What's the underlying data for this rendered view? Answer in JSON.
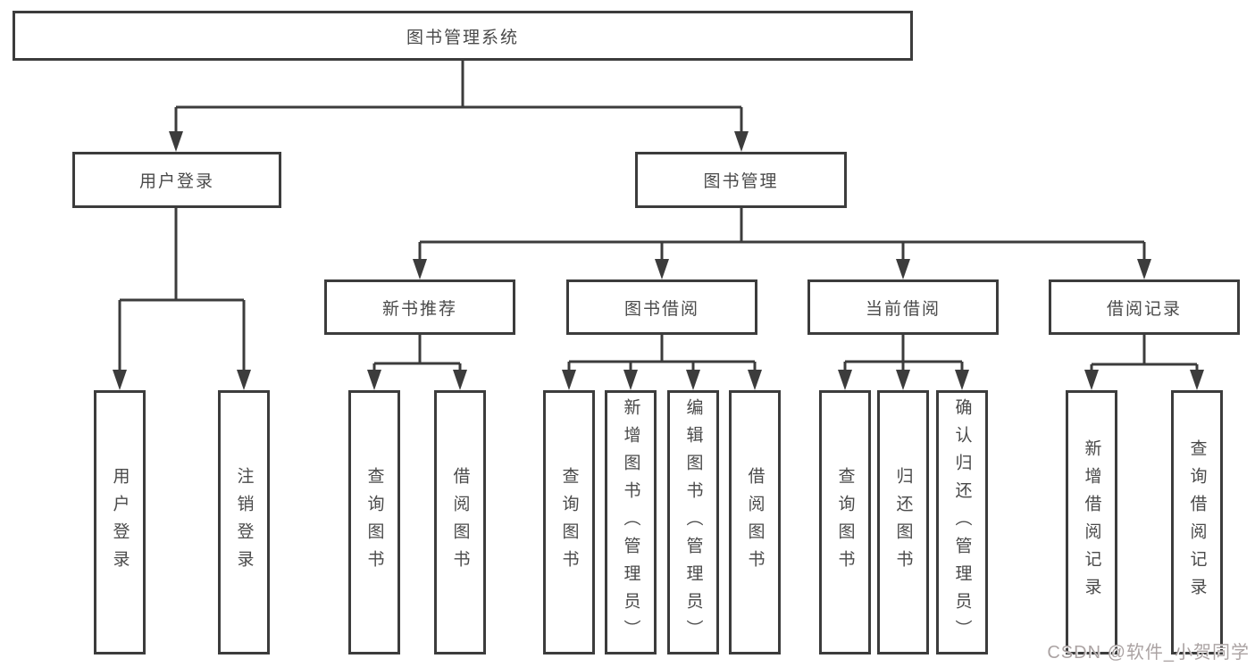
{
  "diagram": {
    "root": {
      "label": "图书管理系统"
    },
    "branches": [
      {
        "label": "用户登录",
        "children": [
          {
            "label": "用户登录"
          },
          {
            "label": "注销登录"
          }
        ]
      },
      {
        "label": "图书管理",
        "children": [
          {
            "label": "新书推荐",
            "children": [
              {
                "label": "查询图书"
              },
              {
                "label": "借阅图书"
              }
            ]
          },
          {
            "label": "图书借阅",
            "children": [
              {
                "label": "查询图书"
              },
              {
                "label": "新增图书（管理员）"
              },
              {
                "label": "编辑图书（管理员）"
              },
              {
                "label": "借阅图书"
              }
            ]
          },
          {
            "label": "当前借阅",
            "children": [
              {
                "label": "查询图书"
              },
              {
                "label": "归还图书"
              },
              {
                "label": "确认归还（管理员）"
              }
            ]
          },
          {
            "label": "借阅记录",
            "children": [
              {
                "label": "新增借阅记录"
              },
              {
                "label": "查询借阅记录"
              }
            ]
          }
        ]
      }
    ],
    "watermark": "CSDN @软件_小贺同学",
    "colors": {
      "line": "#3c3c3c",
      "box_background": "#ffffff",
      "text": "#4a4a4a",
      "watermark": "#aba3a3"
    }
  }
}
